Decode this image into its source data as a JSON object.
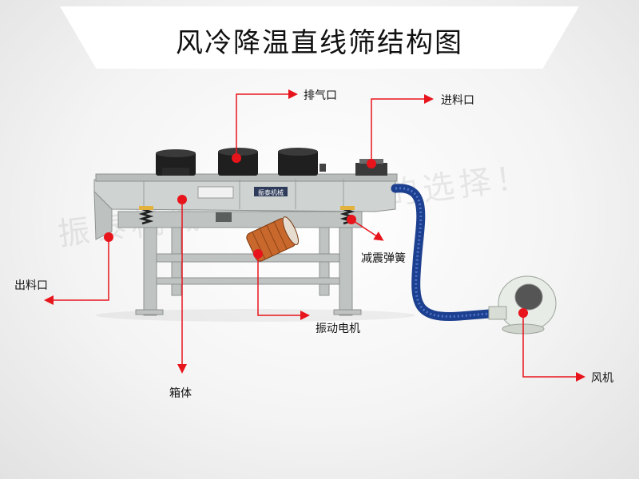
{
  "title": "风冷降温直线筛结构图",
  "watermark": "振泰机械——您正确的选择！",
  "machine_plate": "振泰机械",
  "labels": {
    "exhaust": "排气口",
    "inlet": "进料口",
    "outlet": "出料口",
    "spring": "减震弹簧",
    "motor": "振动电机",
    "box": "箱体",
    "fan": "风机"
  },
  "colors": {
    "leader": "#e8141c",
    "frame": "#c4c8c6",
    "hose": "#1d3f8f",
    "motor": "#c8682d",
    "fan": "#e7ece6"
  }
}
